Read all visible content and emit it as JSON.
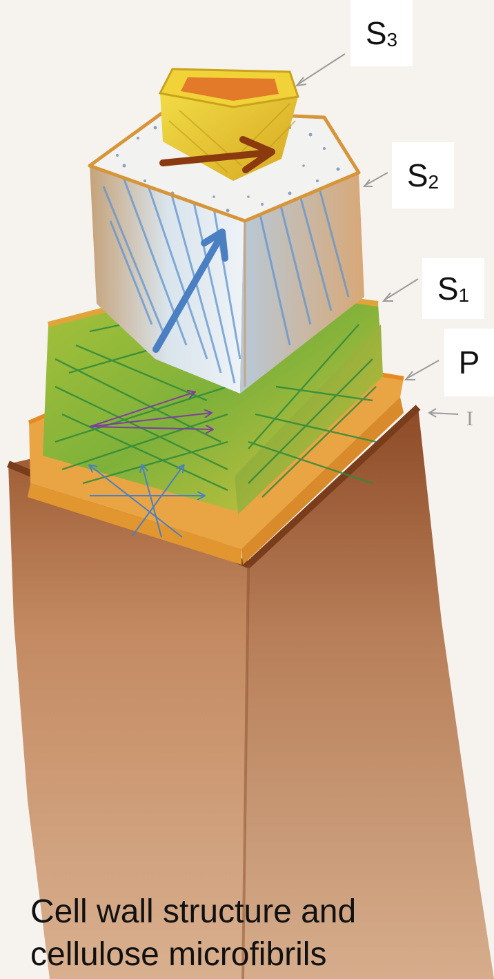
{
  "labels": {
    "s3_main": "S",
    "s3_sub": "3",
    "s2_main": "S",
    "s2_sub": "2",
    "s1_main": "S",
    "s1_sub": "1",
    "p": "P",
    "i": "I"
  },
  "caption": {
    "line1": "Cell wall structure and",
    "line2": "cellulose microfibrils"
  },
  "colors": {
    "outer_wall": "#b67a4e",
    "primary_wall": "#e7a83e",
    "s1_layer": "#c9c23a",
    "s2_layer": "#bcd3e6",
    "s3_layer": "#e3c12b",
    "lumen": "#e27a2a",
    "s3_arrow": "#8b3a10",
    "s2_arrow": "#4a7fc1",
    "s1_arrows": "#7d3ea0",
    "p_arrows": "#4a7fc1"
  }
}
